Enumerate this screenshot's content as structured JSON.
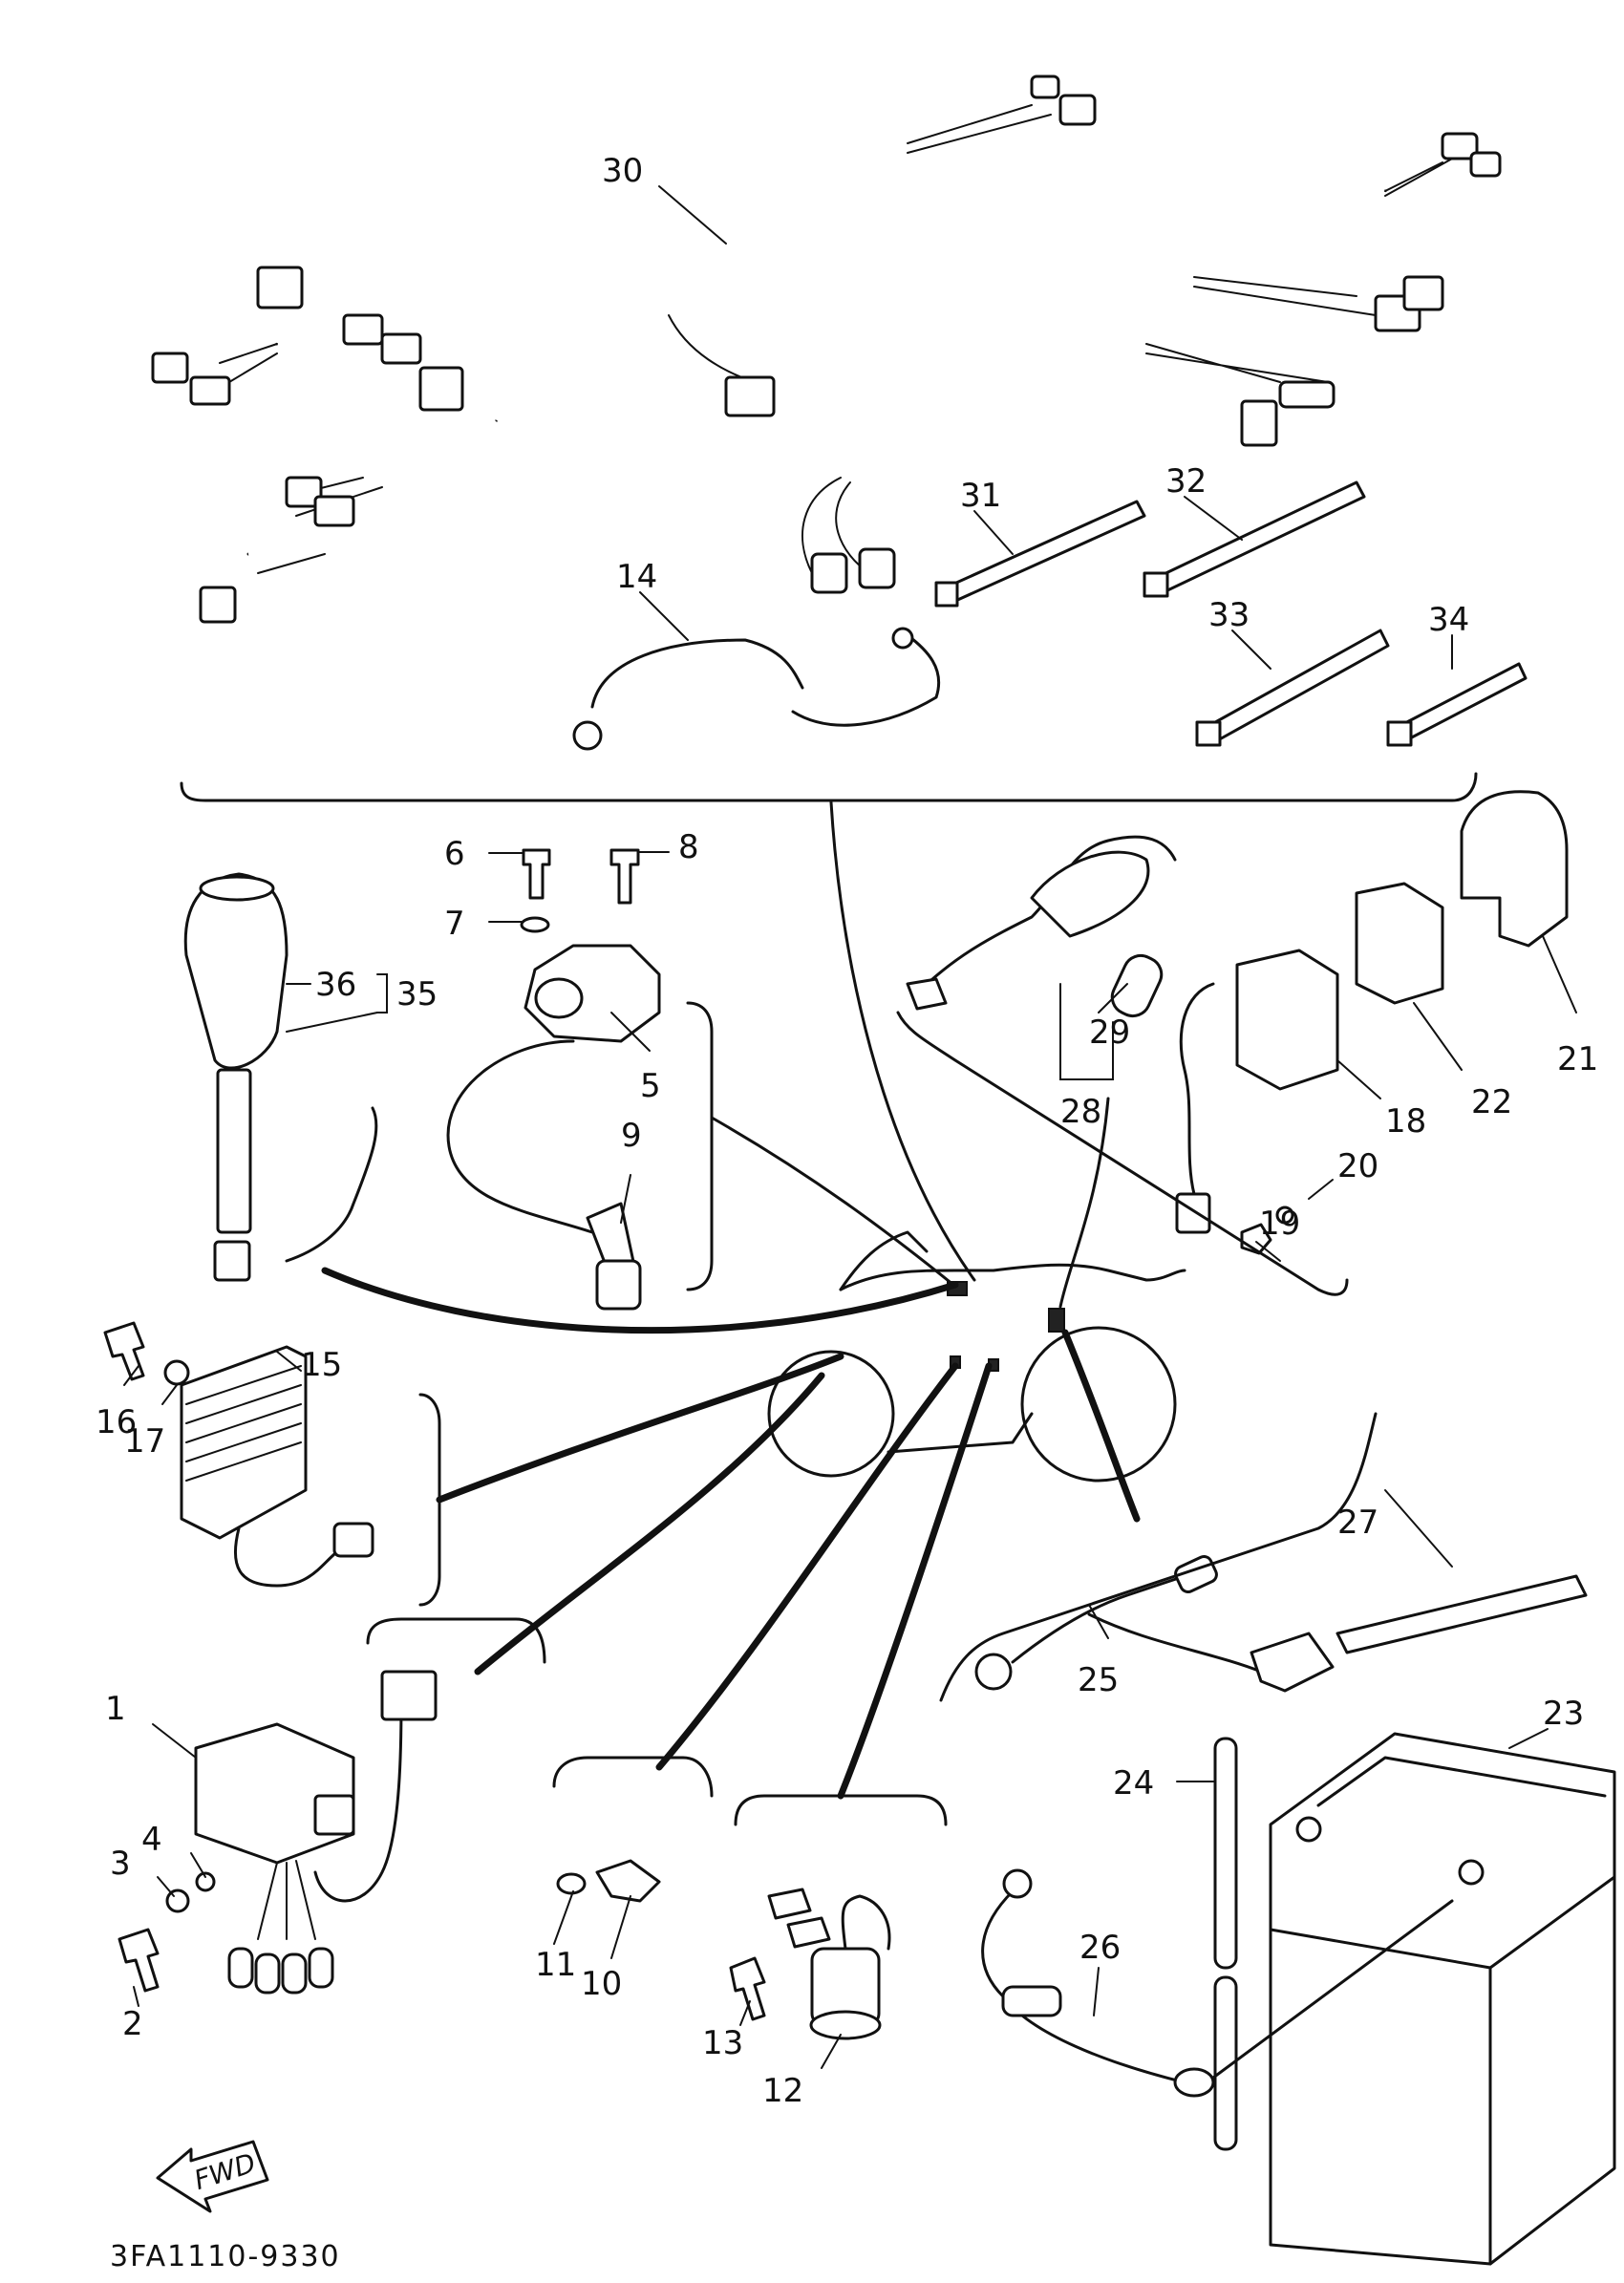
{
  "diagram": {
    "part_numbers": [
      "30",
      "31",
      "32",
      "33",
      "34",
      "14",
      "6",
      "7",
      "8",
      "36",
      "35",
      "5",
      "9",
      "28",
      "29",
      "18",
      "20",
      "19",
      "22",
      "21",
      "16",
      "17",
      "15",
      "27",
      "25",
      "23",
      "24",
      "26",
      "1",
      "4",
      "3",
      "2",
      "11",
      "10",
      "13",
      "12"
    ],
    "fwd_label": "FWD",
    "footer_code": "3FA1110-9330"
  }
}
